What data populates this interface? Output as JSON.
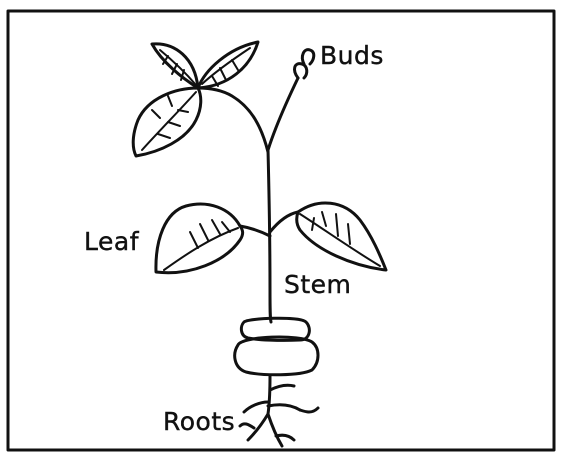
{
  "labels": {
    "buds": "Buds",
    "leaf": "Leaf",
    "stem": "Stem",
    "roots": "Roots"
  },
  "colors": {
    "ink": "#111111",
    "paper": "#ffffff"
  }
}
